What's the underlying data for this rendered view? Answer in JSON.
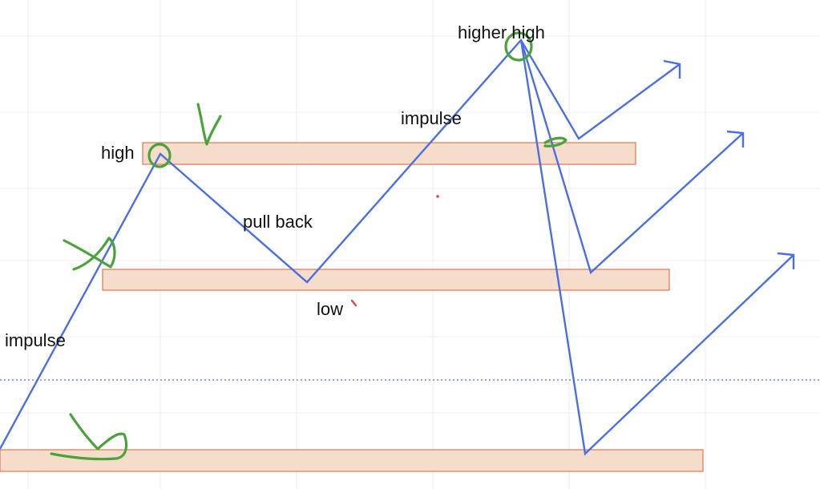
{
  "labels": {
    "impulse_left": "impulse",
    "high": "high",
    "pull_back": "pull back",
    "low": "low",
    "impulse_mid": "impulse",
    "higher_high": "higher high"
  },
  "colors": {
    "price_line": "#4a6fe3",
    "zone_fill": "#f6dccb",
    "zone_stroke": "#e0764f",
    "marker": "#4aa33a",
    "dotted_level": "#4a6fe3",
    "red_mark": "#d94848"
  }
}
